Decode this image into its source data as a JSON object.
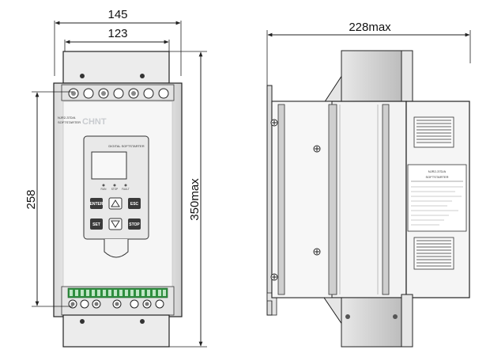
{
  "front_view": {
    "width_outer_label": "145",
    "width_inner_label": "123",
    "mount_height_label": "258",
    "total_height_label": "350max",
    "model_lines": [
      "NJR2-37D/A",
      "SOFTSTARTER"
    ],
    "brand_text": "CHNT",
    "display_header": "DIGITAL SOFTSTARTER",
    "key_labels": [
      "RUN",
      "STOP",
      "FAULT",
      "ENTER",
      "",
      "ESC",
      "SET",
      "",
      "STOP"
    ],
    "key_icons": [
      "run-icon",
      "stop-icon",
      "fault-icon",
      "enter-icon",
      "up-arrow-icon",
      "esc-icon",
      "set-icon",
      "down-arrow-icon",
      "stop-reset-icon"
    ]
  },
  "side_view": {
    "depth_label": "228max",
    "nameplate_lines": [
      "NJR2-37D/A",
      "SOFTSTARTER"
    ]
  },
  "colors": {
    "line": "#222222",
    "body": "#f2f2f2",
    "shade": "#d6d6d6",
    "dark": "#3a3a3a",
    "green": "#2f8f3f"
  }
}
